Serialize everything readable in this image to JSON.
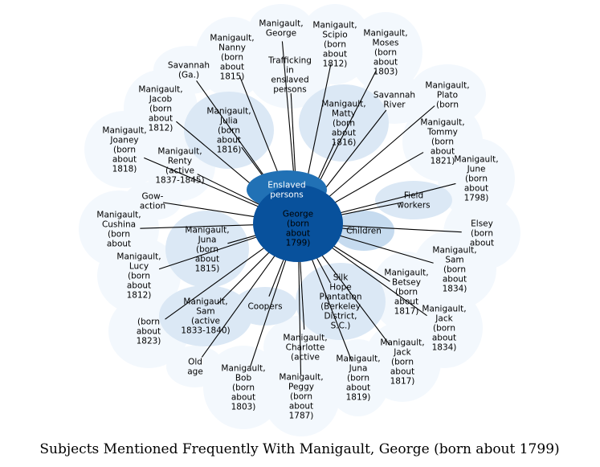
{
  "title": "Subjects Mentioned Frequently With Manigault, George (born about 1799)",
  "colors": {
    "center": "#08519c",
    "hub": "#2171b5",
    "mid": "#c6dbef",
    "pale": "#dbe8f5",
    "outer": "#f3f8fd",
    "edge": "#000000",
    "text_dark": "#000000",
    "text_light": "#ffffff"
  },
  "center": {
    "label": [
      "George",
      "(born",
      "about",
      "1799)"
    ]
  },
  "nodes": [
    {
      "id": "enslaved-persons",
      "label": [
        "Enslaved",
        "persons"
      ],
      "tier": "hub"
    },
    {
      "id": "children",
      "label": [
        "Children"
      ],
      "tier": "mid"
    },
    {
      "id": "field-workers",
      "label": [
        "Field",
        "workers"
      ],
      "tier": "pale"
    },
    {
      "id": "coopers",
      "label": [
        "Coopers"
      ],
      "tier": "pale"
    },
    {
      "id": "old-age",
      "label": [
        "Old",
        "age"
      ],
      "tier": "outer"
    },
    {
      "id": "silk-hope",
      "label": [
        "Silk",
        "Hope",
        "Plantation",
        "(Berkeley",
        "District,",
        "S.C.)"
      ],
      "tier": "pale"
    },
    {
      "id": "juna",
      "label": [
        "Manigault,",
        "Juna",
        "(born",
        "about",
        "1815)"
      ],
      "tier": "pale"
    },
    {
      "id": "sam-active",
      "label": [
        "Manigault,",
        "Sam",
        "(active",
        "1833-1840)"
      ],
      "tier": "pale"
    },
    {
      "id": "renty",
      "label": [
        "Manigault,",
        "Renty",
        "(active",
        "1837-1845)"
      ],
      "tier": "outer"
    },
    {
      "id": "julia",
      "label": [
        "Manigault,",
        "Julia",
        "(born",
        "about",
        "1816)"
      ],
      "tier": "pale"
    },
    {
      "id": "matty",
      "label": [
        "Manigault,",
        "Matty",
        "(born",
        "about",
        "1816)"
      ],
      "tier": "pale"
    },
    {
      "id": "trafficking",
      "label": [
        "Trafficking",
        "in",
        "enslaved",
        "persons"
      ],
      "tier": "outer"
    },
    {
      "id": "savannah-ga",
      "label": [
        "Savannah",
        "(Ga.)"
      ],
      "tier": "outer"
    },
    {
      "id": "savannah-river",
      "label": [
        "Savannah",
        "River"
      ],
      "tier": "outer"
    },
    {
      "id": "nanny",
      "label": [
        "Manigault,",
        "Nanny",
        "(born",
        "about",
        "1815)"
      ],
      "tier": "outer"
    },
    {
      "id": "george-other",
      "label": [
        "Manigault,",
        "George"
      ],
      "tier": "outer"
    },
    {
      "id": "scipio",
      "label": [
        "Manigault,",
        "Scipio",
        "(born",
        "about",
        "1812)"
      ],
      "tier": "outer"
    },
    {
      "id": "moses",
      "label": [
        "Manigault,",
        "Moses",
        "(born",
        "about",
        "1803)"
      ],
      "tier": "outer"
    },
    {
      "id": "plato",
      "label": [
        "Manigault,",
        "Plato",
        "(born"
      ],
      "tier": "outer"
    },
    {
      "id": "tommy",
      "label": [
        "Manigault,",
        "Tommy",
        "(born",
        "about",
        "1821)"
      ],
      "tier": "outer"
    },
    {
      "id": "june",
      "label": [
        "Manigault,",
        "June",
        "(born",
        "about",
        "1798)"
      ],
      "tier": "outer"
    },
    {
      "id": "elsey",
      "label": [
        "Elsey",
        "(born",
        "about"
      ],
      "tier": "outer"
    },
    {
      "id": "sam-1834",
      "label": [
        "Manigault,",
        "Sam",
        "(born",
        "about",
        "1834)"
      ],
      "tier": "outer"
    },
    {
      "id": "jack-1834",
      "label": [
        "Manigault,",
        "Jack",
        "(born",
        "about",
        "1834)"
      ],
      "tier": "outer"
    },
    {
      "id": "betsey",
      "label": [
        "Manigault,",
        "Betsey",
        "(born",
        "about",
        "1817)"
      ],
      "tier": "outer"
    },
    {
      "id": "jack-1817",
      "label": [
        "Manigault,",
        "Jack",
        "(born",
        "about",
        "1817)"
      ],
      "tier": "outer"
    },
    {
      "id": "juna-1819",
      "label": [
        "Manigault,",
        "Juna",
        "(born",
        "about",
        "1819)"
      ],
      "tier": "outer"
    },
    {
      "id": "charlotte",
      "label": [
        "Manigault,",
        "Charlotte",
        "(active"
      ],
      "tier": "outer"
    },
    {
      "id": "peggy",
      "label": [
        "Manigault,",
        "Peggy",
        "(born",
        "about",
        "1787)"
      ],
      "tier": "outer"
    },
    {
      "id": "bob",
      "label": [
        "Manigault,",
        "Bob",
        "(born",
        "about",
        "1803)"
      ],
      "tier": "outer"
    },
    {
      "id": "born-1823",
      "label": [
        "(born",
        "about",
        "1823)"
      ],
      "tier": "outer"
    },
    {
      "id": "lucy",
      "label": [
        "Manigault,",
        "Lucy",
        "(born",
        "about",
        "1812)"
      ],
      "tier": "outer"
    },
    {
      "id": "cushina",
      "label": [
        "Manigault,",
        "Cushina",
        "(born",
        "about"
      ],
      "tier": "outer"
    },
    {
      "id": "gow-action",
      "label": [
        "Gow-",
        "action"
      ],
      "tier": "outer"
    },
    {
      "id": "joaney",
      "label": [
        "Manigault,",
        "Joaney",
        "(born",
        "about",
        "1818)"
      ],
      "tier": "outer"
    },
    {
      "id": "jacob",
      "label": [
        "Manigault,",
        "Jacob",
        "(born",
        "about",
        "1812)"
      ],
      "tier": "outer"
    }
  ]
}
